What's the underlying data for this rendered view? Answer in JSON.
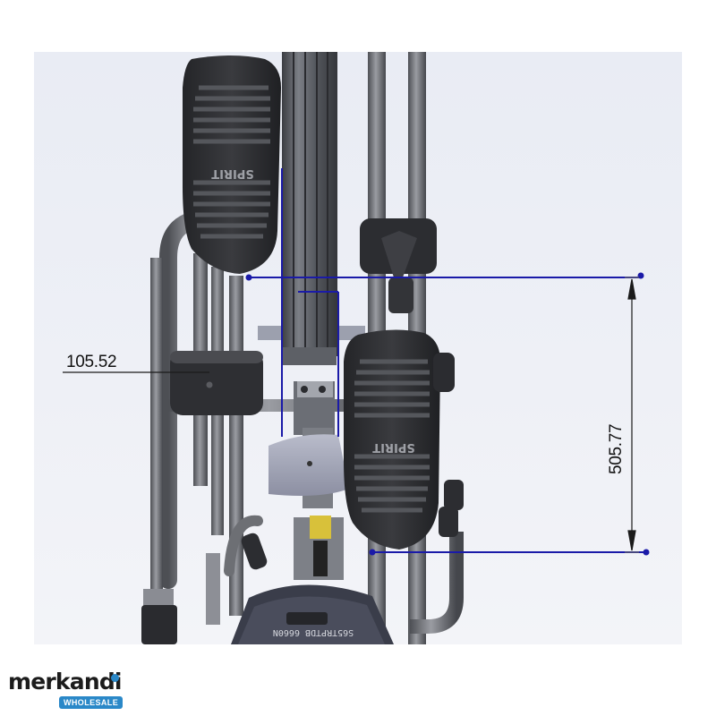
{
  "drawing": {
    "dimensions": {
      "horizontal": "105.52",
      "vertical": "505.77"
    },
    "pedal_logo_text": "SPIRIT",
    "console_text": "S65TRPTDB 6660N",
    "colors": {
      "dimension_line": "#1a1aa8",
      "dimension_point": "#1a1aa8",
      "frame_tube": "#6f7176",
      "pedal_body": "#2b2c2f",
      "background": "#eceef5"
    }
  },
  "brand": {
    "name": "merkandi",
    "tagline": "WHOLESALE"
  }
}
